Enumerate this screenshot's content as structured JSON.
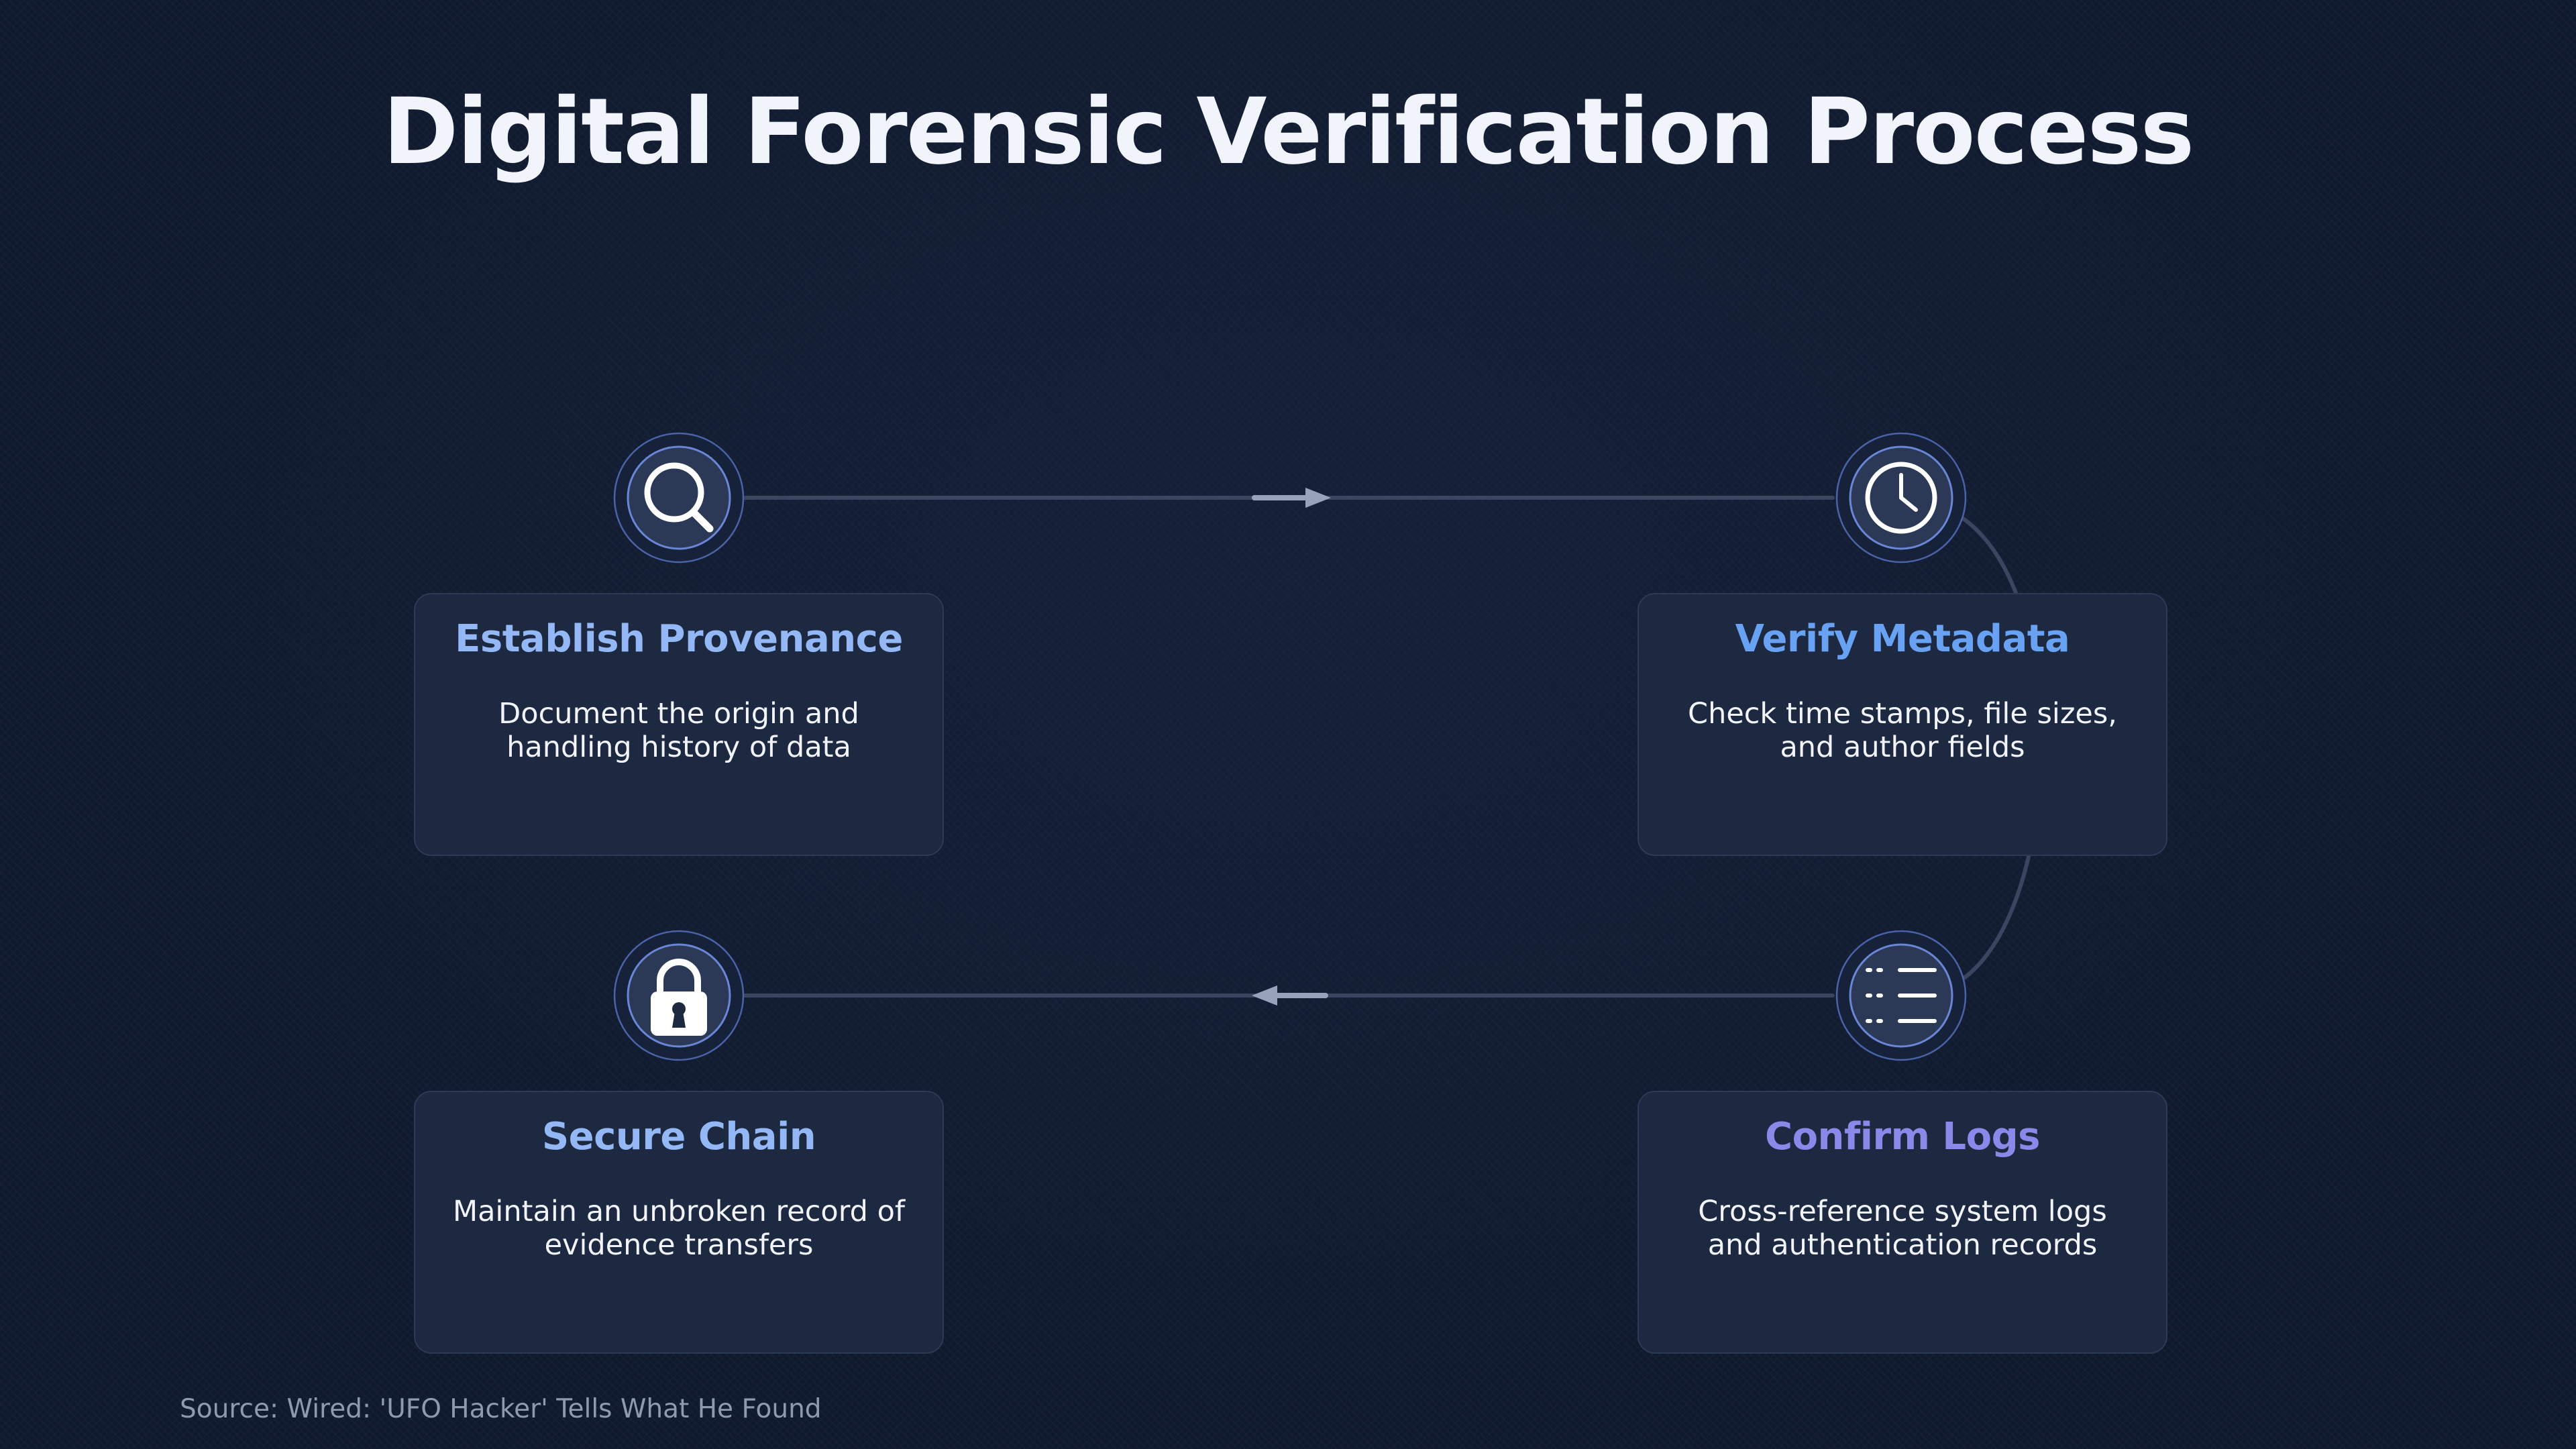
{
  "title": "Digital Forensic Verification Process",
  "steps": [
    {
      "title": "Establish Provenance",
      "description": "Document the origin and handling history of data",
      "icon": "magnifier-icon",
      "color": "#93b8f5"
    },
    {
      "title": "Verify Metadata",
      "description": "Check time stamps, file sizes, and author fields",
      "icon": "clock-icon",
      "color": "#6aa2f3"
    },
    {
      "title": "Confirm Logs",
      "description": "Cross-reference system logs and authentication records",
      "icon": "list-icon",
      "color": "#8a89ea"
    },
    {
      "title": "Secure Chain",
      "description": "Maintain an unbroken record of evidence transfers",
      "icon": "padlock-icon",
      "color": "#93b8f5"
    }
  ],
  "source": "Source: Wired: 'UFO Hacker' Tells What He Found"
}
